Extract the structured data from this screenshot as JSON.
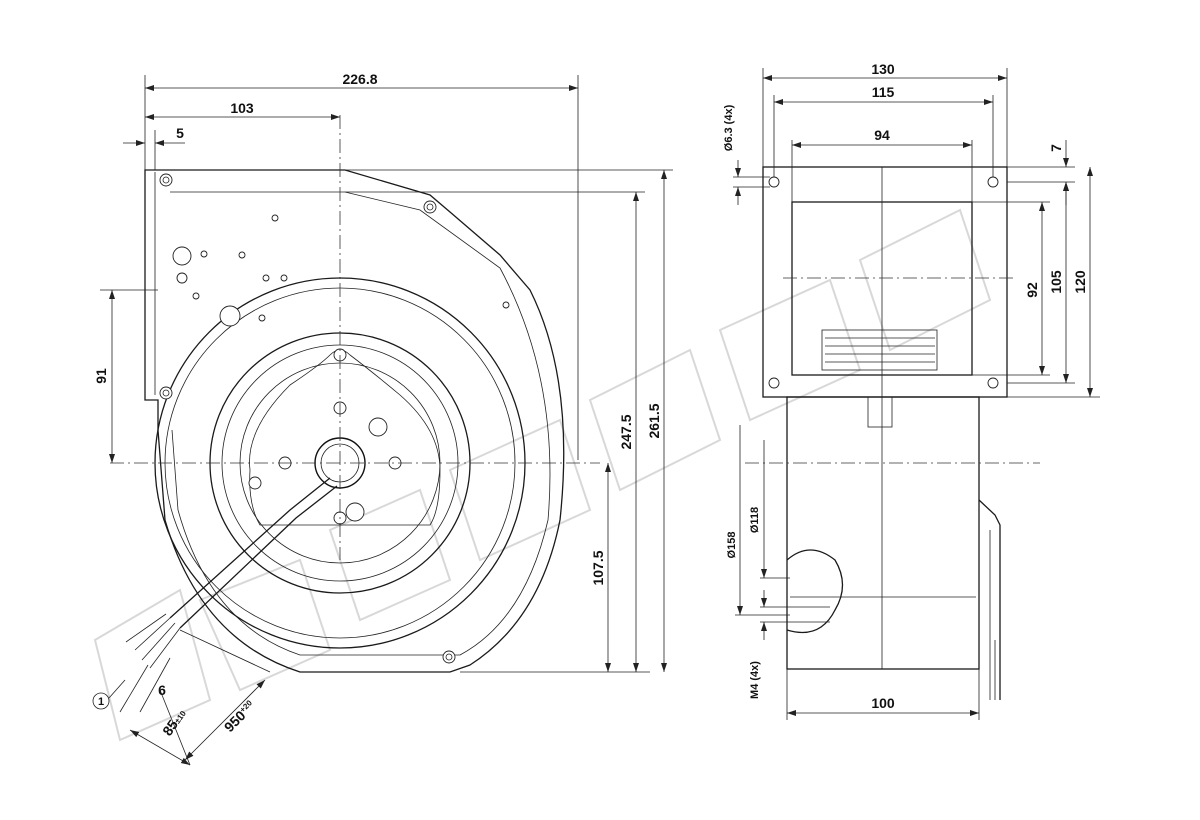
{
  "drawing": {
    "front_view": {
      "dim_width_total": "226.8",
      "dim_to_center": "103",
      "dim_flange": "5",
      "dim_mount_height": "91",
      "dim_center_to_bottom": "107.5",
      "dim_height_inner": "247.5",
      "dim_height_total": "261.5",
      "cable_dim_6": "6",
      "cable_dim_85": "85",
      "cable_dim_85_tol": "±10",
      "cable_dim_950": "950",
      "cable_dim_950_tol": "+20",
      "callout_1": "1"
    },
    "side_view": {
      "dim_130": "130",
      "dim_115": "115",
      "dim_94": "94",
      "dim_7": "7",
      "dim_hole": "Ø6.3 (4x)",
      "dim_92": "92",
      "dim_105": "105",
      "dim_120": "120",
      "dim_158": "Ø158",
      "dim_118": "Ø118",
      "dim_m4": "M4 (4x)",
      "dim_100": "100"
    }
  }
}
